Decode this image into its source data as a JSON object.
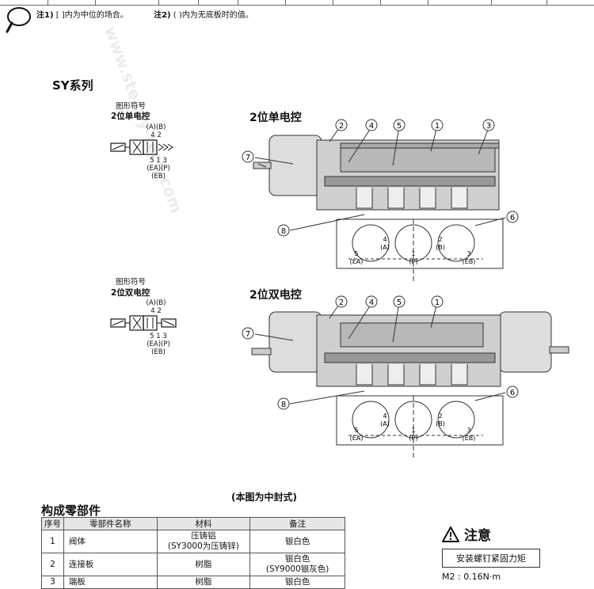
{
  "note": {
    "label1": "注1)",
    "text1": "[   ]内为中位的场合。",
    "label2": "注2)",
    "text2": "(   )内为无底板时的值。"
  },
  "series_title": "SY系列",
  "single": {
    "symbol_label": "图形符号",
    "symbol_title": "2位单电控",
    "ports_top": "(A)(B)",
    "ports_top_nums": "4  2",
    "ports_bottom_nums": "5 1 3",
    "ports_bottom": "(EA)(P)(EB)",
    "diagram_title": "2位单电控",
    "callouts": [
      "2",
      "4",
      "5",
      "1",
      "3",
      "7",
      "8",
      "6"
    ],
    "base_ports": [
      "4",
      "(A)",
      "2",
      "(B)",
      "5",
      "(EA)",
      "1",
      "(P)",
      "3",
      "(EB)"
    ]
  },
  "double": {
    "symbol_label": "图形符号",
    "symbol_title": "2位双电控",
    "ports_top": "(A)(B)",
    "ports_top_nums": "4  2",
    "ports_bottom_nums": "5 1 3",
    "ports_bottom": "(EA)(P)(EB)",
    "diagram_title": "2位双电控",
    "callouts": [
      "2",
      "4",
      "5",
      "1",
      "7",
      "8",
      "6"
    ],
    "base_ports": [
      "4",
      "(A)",
      "2",
      "(B)",
      "5",
      "(EA)",
      "1",
      "(P)",
      "3",
      "(EB)"
    ]
  },
  "caption": "(本图为中封式)",
  "parts_table": {
    "title": "构成零部件",
    "headers": [
      "序号",
      "零部件名称",
      "材料",
      "备注"
    ],
    "rows": [
      {
        "no": "1",
        "name": "阀体",
        "material": "压铸铝\n(SY3000为压铸锌)",
        "note": "银白色"
      },
      {
        "no": "2",
        "name": "连接板",
        "material": "树脂",
        "note": "银白色\n(SY9000银灰色)"
      },
      {
        "no": "3",
        "name": "端板",
        "material": "树脂",
        "note": "银白色"
      }
    ]
  },
  "caution": {
    "title": "注意",
    "box": "安装螺钉紧固力矩",
    "value": "M2 : 0.16N·m"
  },
  "watermark": "www.steady-tech.com"
}
